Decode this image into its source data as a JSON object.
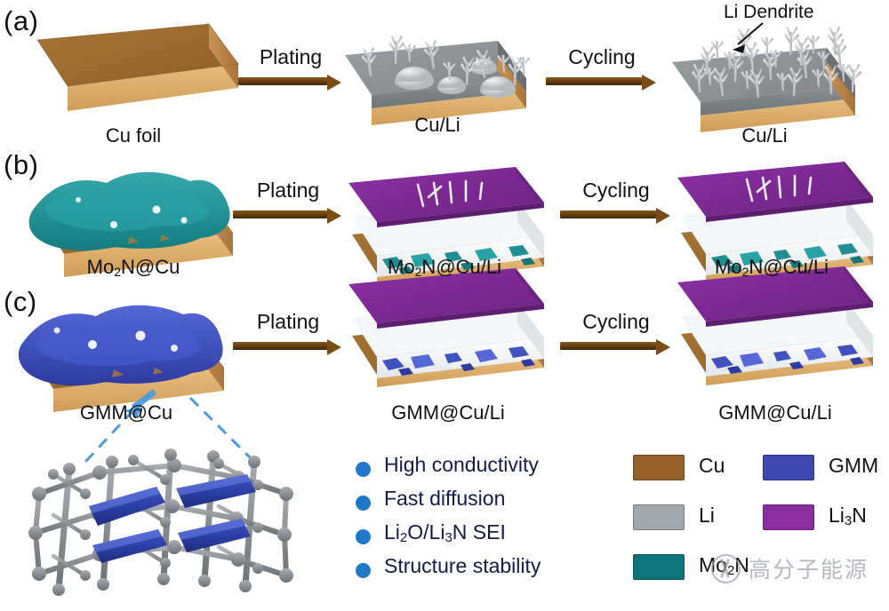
{
  "figure": {
    "panels": [
      {
        "letter": "(a)",
        "steps": [
          {
            "caption": "Cu foil"
          },
          {
            "caption": "Cu/Li"
          },
          {
            "caption": "Cu/Li"
          }
        ],
        "arrows": [
          "Plating",
          "Cycling"
        ]
      },
      {
        "letter": "(b)",
        "steps": [
          {
            "caption": "Mo2N@Cu",
            "caption_parts": [
              "Mo",
              "2",
              "N@Cu"
            ]
          },
          {
            "caption": "Mo2N@Cu/Li",
            "caption_parts": [
              "Mo",
              "2",
              "N@Cu/Li"
            ]
          },
          {
            "caption": "Mo2N@Cu/Li",
            "caption_parts": [
              "Mo",
              "2",
              "N@Cu/Li"
            ]
          }
        ],
        "arrows": [
          "Plating",
          "Cycling"
        ]
      },
      {
        "letter": "(c)",
        "steps": [
          {
            "caption": "GMM@Cu"
          },
          {
            "caption": "GMM@Cu/Li"
          },
          {
            "caption": "GMM@Cu/Li"
          }
        ],
        "arrows": [
          "Plating",
          "Cycling"
        ]
      }
    ],
    "annotation": {
      "li_dendrite": "Li Dendrite"
    },
    "bullets": [
      {
        "text": "High conductivity"
      },
      {
        "text": "Fast diffusion"
      },
      {
        "text": "Li2O/Li3N SEI",
        "parts": [
          "Li",
          "2",
          "O/Li",
          "3",
          "N SEI"
        ]
      },
      {
        "text": "Structure stability"
      }
    ],
    "legend": [
      {
        "label": "Cu",
        "color": "#96622a"
      },
      {
        "label": "GMM",
        "color": "#3f48b0"
      },
      {
        "label": "Li",
        "color": "#a2a8ab"
      },
      {
        "label": "Li3N",
        "label_parts": [
          "Li",
          "3",
          "N"
        ],
        "color": "#8b2d9e"
      },
      {
        "label": "Mo2N",
        "label_parts": [
          "Mo",
          "2",
          "N"
        ],
        "color": "#10757a"
      }
    ],
    "watermark": {
      "text": "高分子能源"
    },
    "colors": {
      "copper_top": "#9a6a2c",
      "copper_side": "#d9a660",
      "copper_front": "#e0b170",
      "li_gray": "#8f9497",
      "dendrite": "#c9cccd",
      "mo2n_teal": "#1f8f93",
      "gmm_blue": "#3f52c0",
      "li3n_purple": "#7e2b95",
      "bullet_blue": "#1f78c8",
      "callout_blue": "#3f8fd8",
      "text_navy": "#151a4a"
    }
  }
}
